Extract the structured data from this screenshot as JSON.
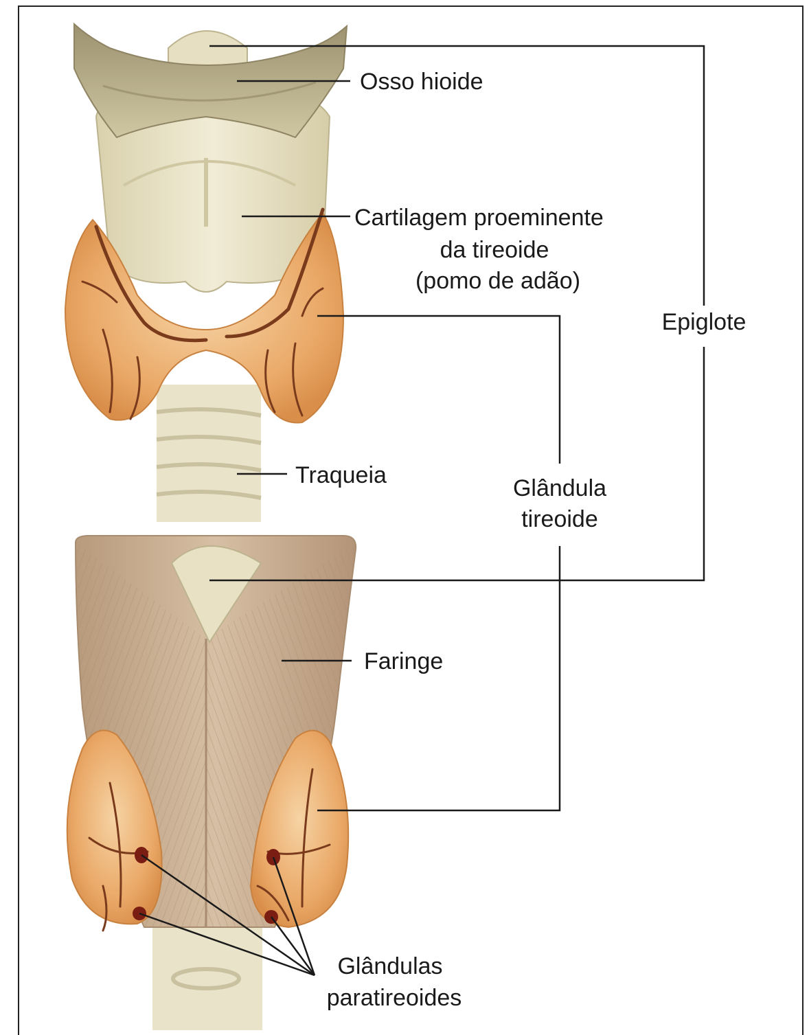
{
  "labels": {
    "hyoid": "Osso hioide",
    "thyroid_cartilage_l1": "Cartilagem proeminente",
    "thyroid_cartilage_l2": "da tireoide",
    "thyroid_cartilage_l3": "(pomo de adão)",
    "epiglottis": "Epiglote",
    "trachea": "Traqueia",
    "thyroid_gland_l1": "Glândula",
    "thyroid_gland_l2": "tireoide",
    "pharynx": "Faringe",
    "parathyroid_l1": "Glândulas",
    "parathyroid_l2": "paratireoides"
  },
  "colors": {
    "gland": "#e8a866",
    "gland_highlight": "#f6d3a4",
    "vessel": "#7a3a1c",
    "cartilage": "#e8e2c8",
    "hyoid": "#b8ad86",
    "pharynx": "#c4a98c",
    "parathyroid": "#7a1e14",
    "leader": "#1a1a1a"
  }
}
